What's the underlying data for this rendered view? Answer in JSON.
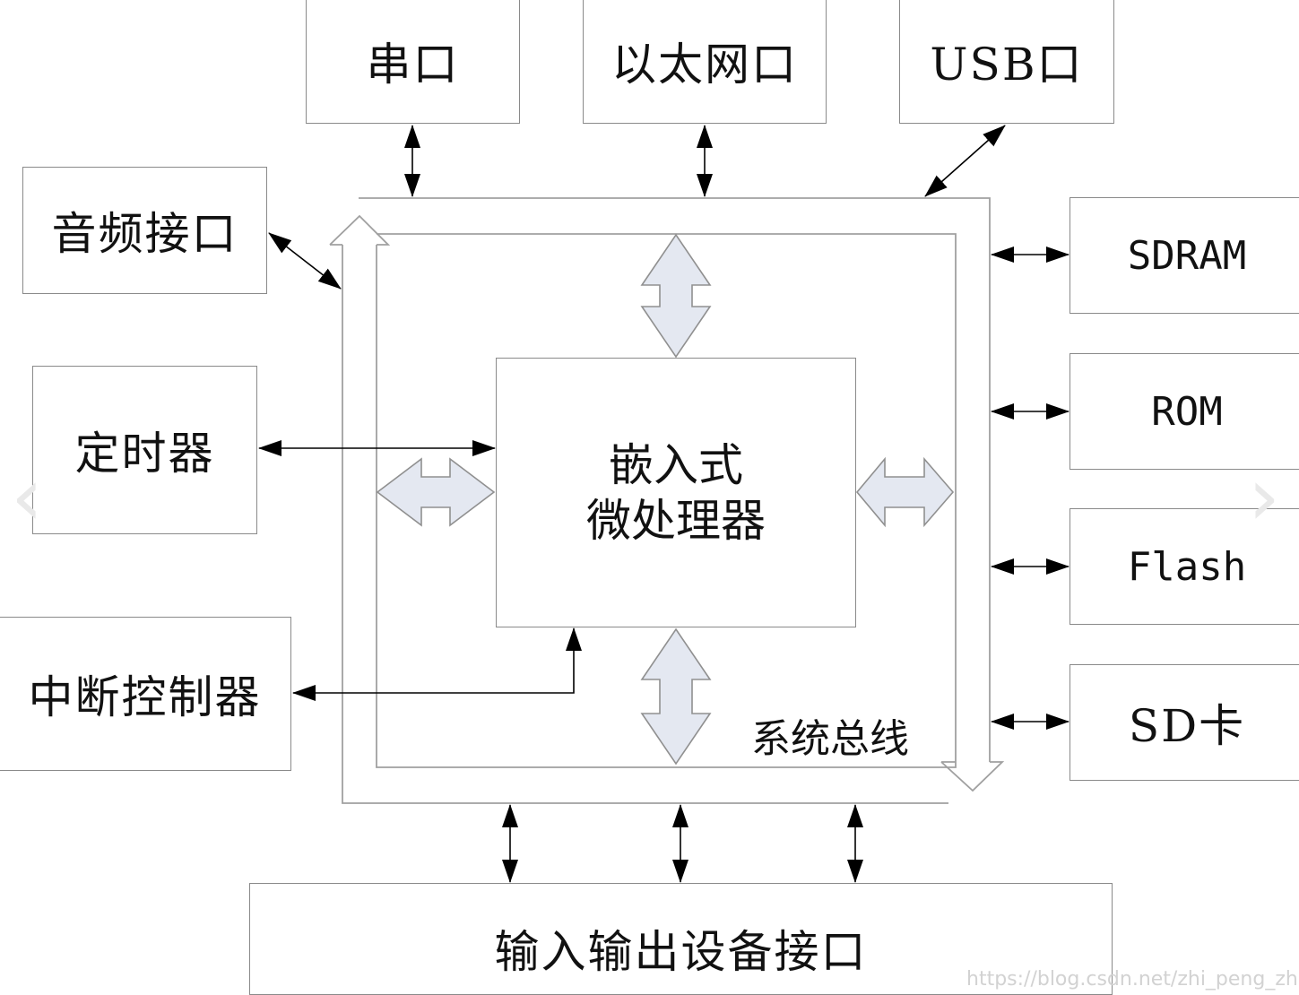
{
  "blocks": {
    "serial_port": "串口",
    "ethernet_port": "以太网口",
    "usb_port": "USB口",
    "audio_interface": "音频接口",
    "timer": "定时器",
    "interrupt_controller": "中断控制器",
    "cpu_line1": "嵌入式",
    "cpu_line2": "微处理器",
    "sdram": "SDRAM",
    "rom": "ROM",
    "flash": "Flash",
    "sd_card": "SD卡",
    "io_interface": "输入输出设备接口"
  },
  "bus_label": "系统总线",
  "watermark": "https://blog.csdn.net/zhi_peng_zhi_li",
  "colors": {
    "box_border": "#8a8a8a",
    "bus_line": "#a0a0a0",
    "hollow_arrow_fill": "#e4e8f1",
    "hollow_arrow_stroke": "#909090",
    "arrow_black": "#000000"
  }
}
